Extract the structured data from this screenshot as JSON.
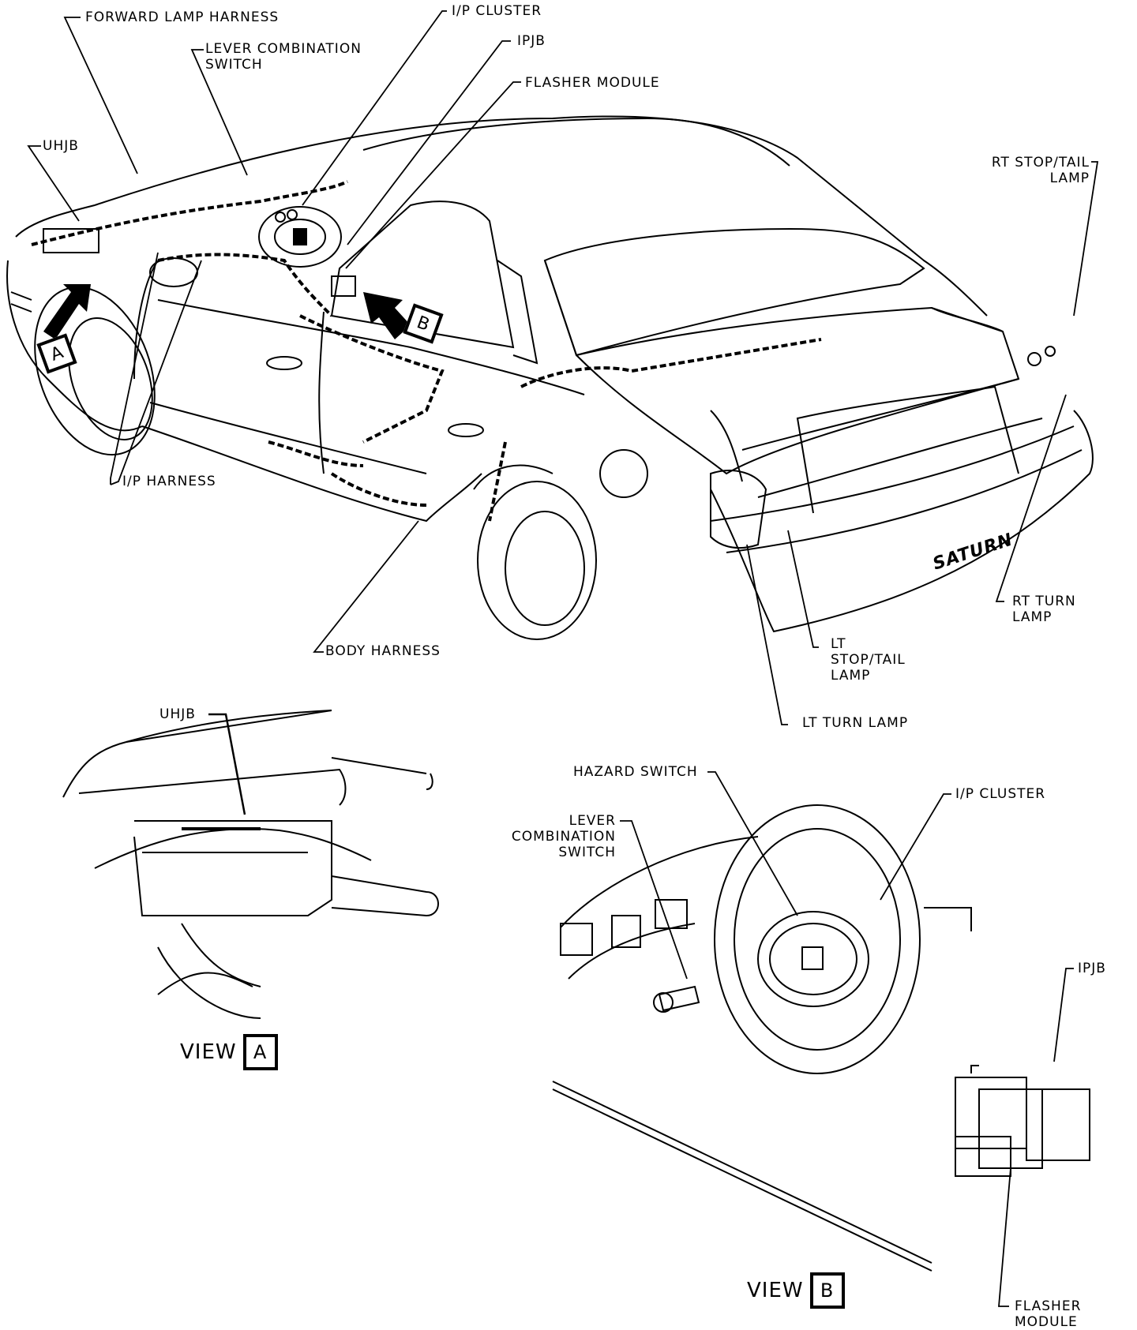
{
  "figure": {
    "type": "wiring component locator",
    "vehicle_badge": "SATURN"
  },
  "main_view": {
    "labels": {
      "forward_lamp_harness": "FORWARD LAMP HARNESS",
      "lever_combination_switch": "LEVER COMBINATION\nSWITCH",
      "ip_cluster": "I/P CLUSTER",
      "ipjb": "IPJB",
      "flasher_module": "FLASHER MODULE",
      "uhjb": "UHJB",
      "rt_stop_tail_lamp": "RT STOP/TAIL\nLAMP",
      "ip_harness": "I/P HARNESS",
      "body_harness": "BODY HARNESS",
      "rt_turn_lamp": "RT TURN\nLAMP",
      "lt_stop_tail_lamp": "LT\nSTOP/TAIL\nLAMP",
      "lt_turn_lamp": "LT TURN LAMP"
    },
    "view_tags": {
      "a": "A",
      "b": "B"
    }
  },
  "view_a": {
    "caption_word": "VIEW",
    "caption_letter": "A",
    "labels": {
      "uhjb": "UHJB"
    }
  },
  "view_b": {
    "caption_word": "VIEW",
    "caption_letter": "B",
    "labels": {
      "hazard_switch": "HAZARD SWITCH",
      "ip_cluster": "I/P CLUSTER",
      "lever_combination_switch": "LEVER\nCOMBINATION\nSWITCH",
      "ipjb": "IPJB",
      "flasher_module": "FLASHER\nMODULE"
    }
  }
}
